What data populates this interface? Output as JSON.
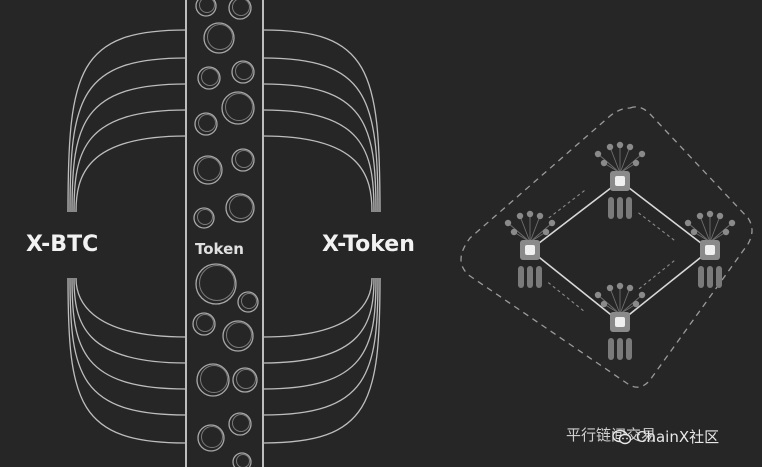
{
  "labels": {
    "left": "X-BTC",
    "center": "Token",
    "right": "X-Token",
    "caption": "平行链间交易",
    "watermark": "ChainX社区"
  },
  "icons": {
    "watermark": "wechat-icon"
  },
  "colors": {
    "background": "#262626",
    "line": "#bdbdbd",
    "text": "#f2f2f2",
    "node": "#8a8a8a"
  }
}
